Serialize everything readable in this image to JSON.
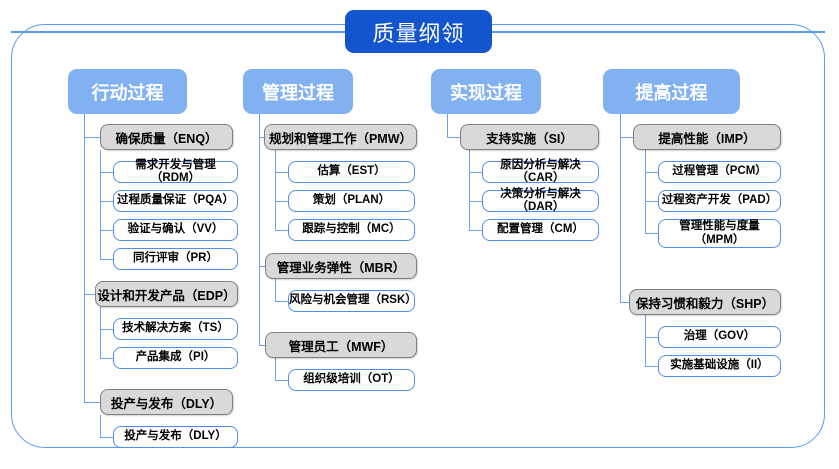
{
  "diagram": {
    "title": "质量纲领",
    "accent_blue": "#1355ce",
    "header_blue": "#82b1f2",
    "parent_gray": "#d9d9d9",
    "line_blue": "#6aa3ef"
  },
  "columns": [
    {
      "header": "行动过程",
      "groups": [
        {
          "parent": "确保质量（ENQ）",
          "children": [
            "需求开发与管理（RDM）",
            "过程质量保证（PQA）",
            "验证与确认（VV）",
            "同行评审（PR）"
          ]
        },
        {
          "parent": "设计和开发产品（EDP）",
          "children": [
            "技术解决方案（TS）",
            "产品集成（PI）"
          ]
        },
        {
          "parent": "投产与发布（DLY）",
          "children": [
            "投产与发布（DLY）"
          ]
        }
      ]
    },
    {
      "header": "管理过程",
      "groups": [
        {
          "parent": "规划和管理工作（PMW）",
          "children": [
            "估算（EST）",
            "策划（PLAN）",
            "跟踪与控制（MC）"
          ]
        },
        {
          "parent": "管理业务弹性（MBR）",
          "children": [
            "风险与机会管理（RSK）"
          ]
        },
        {
          "parent": "管理员工（MWF）",
          "children": [
            "组织级培训（OT）"
          ]
        }
      ]
    },
    {
      "header": "实现过程",
      "groups": [
        {
          "parent": "支持实施（SI）",
          "children": [
            "原因分析与解决（CAR）",
            "决策分析与解决（DAR）",
            "配置管理（CM）"
          ]
        }
      ]
    },
    {
      "header": "提高过程",
      "groups": [
        {
          "parent": "提高性能（IMP）",
          "children": [
            "过程管理（PCM）",
            "过程资产开发（PAD）",
            "管理性能与度量\n（MPM）"
          ]
        },
        {
          "parent": "保持习惯和毅力（SHP）",
          "children": [
            "治理（GOV）",
            "实施基础设施（II）"
          ]
        }
      ]
    }
  ]
}
